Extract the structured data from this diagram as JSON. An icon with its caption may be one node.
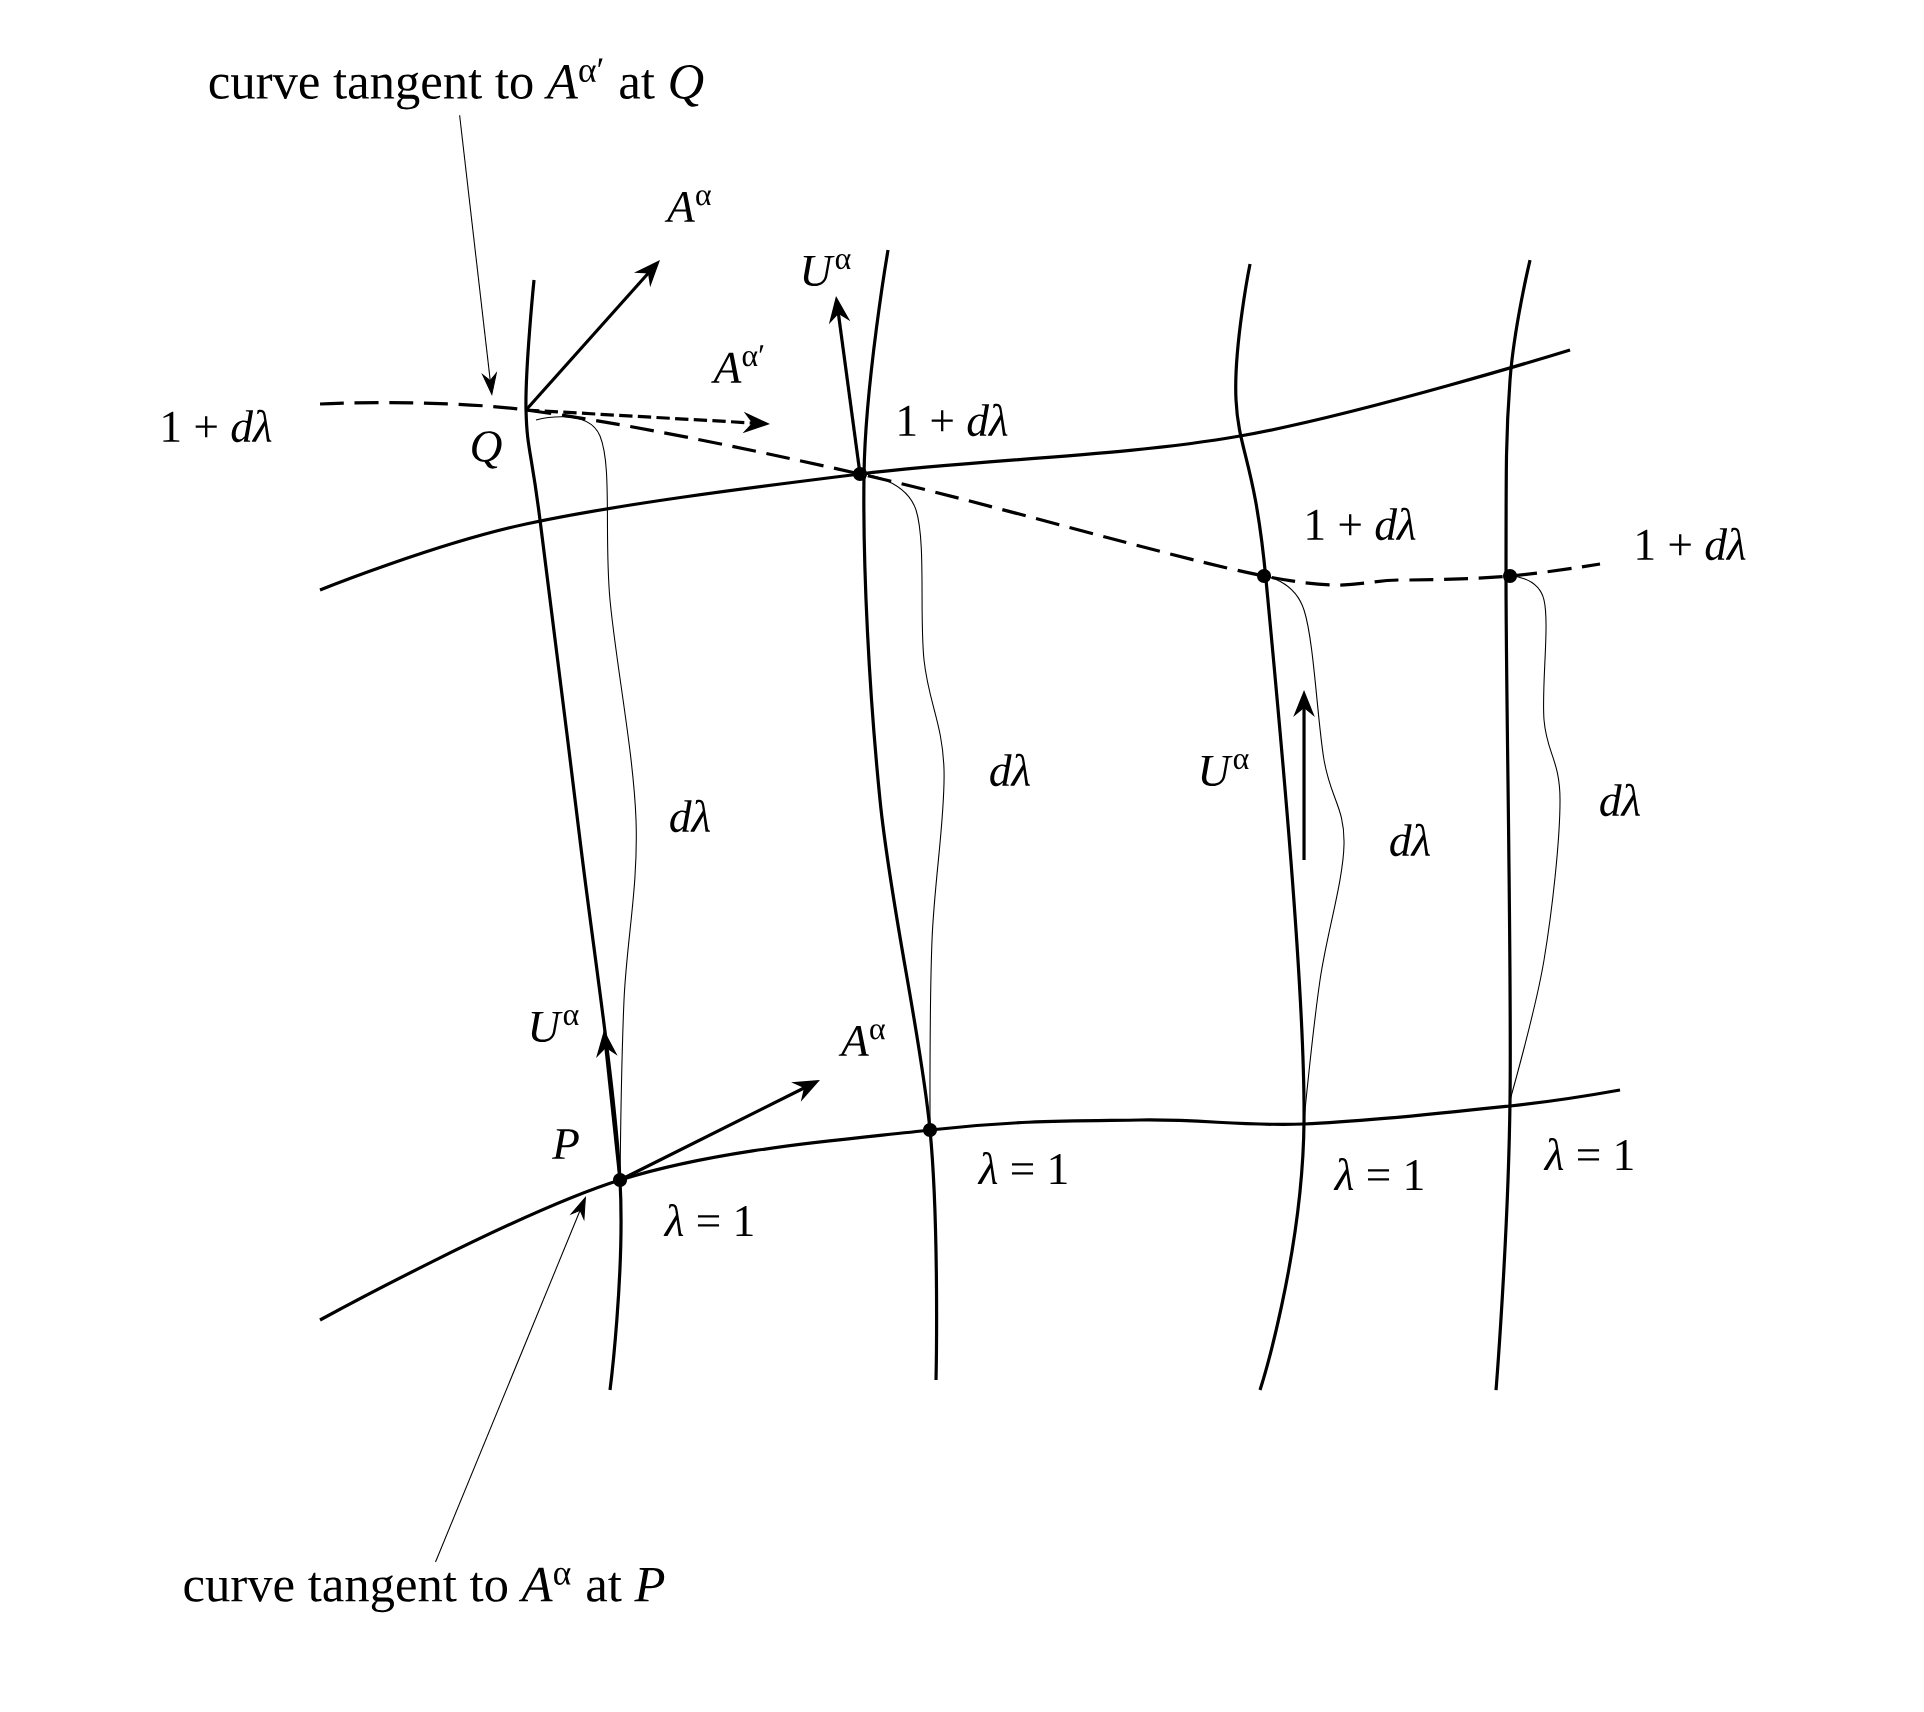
{
  "diagram": {
    "nodes": [
      {
        "text": [
          "curve tangent to *A*$^{α′}$ at *Q*"
        ]
      },
      {
        "text": [
          "curve tangent to *A*$^{α}$ at *P*"
        ]
      }
    ],
    "edges": [
      {
        "from": 0,
        "to": null,
        "arrow": "to"
      },
      {
        "from": 1,
        "to": null,
        "arrow": "to"
      }
    ],
    "labels": [
      "*A*$^{α}$",
      "*U*$^{α}$",
      "*A*$^{α′}$",
      "1 + *dλ*",
      "1 + *dλ*",
      "*Q*",
      "1 + *dλ*",
      "1 + *dλ*",
      "*dλ*",
      "*dλ*",
      "*U*$^{α}$",
      "*dλ*",
      "*dλ*",
      "*U*$^{α}$",
      "*A*$^{α}$",
      "*P*",
      "*λ* = 1",
      "*λ* = 1",
      "*λ* = 1",
      "*λ* = 1"
    ]
  }
}
